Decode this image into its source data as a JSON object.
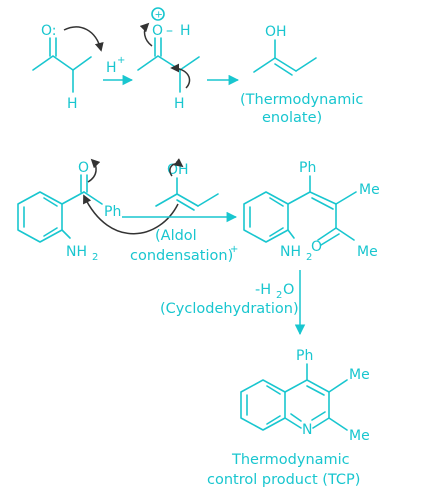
{
  "colors": {
    "structure": "#19c6cf",
    "curved_arrow": "#333333",
    "background": "#ffffff"
  },
  "step1": {
    "ketone_oxygen": "O:",
    "alpha_h": "H",
    "proton": "H",
    "proton_charge": "+",
    "oxonium_oxygen": "O",
    "oxonium_h": "H",
    "oxonium_dash": "–",
    "oxonium_charge": "+",
    "oxonium_alpha_h": "H",
    "enol_oh": "OH",
    "enol_caption_line1": "(Thermodynamic",
    "enol_caption_line2": "enolate)"
  },
  "step2": {
    "ketone_oxygen": "O",
    "phenyl": "Ph",
    "amine": "NH",
    "amine_sub": "2",
    "enol_oh": "OH",
    "plus": "+",
    "condition_line1": "(Aldol",
    "condition_line2": "condensation)",
    "product_phenyl": "Ph",
    "product_methyl_top": "Me",
    "product_amine": "NH",
    "product_amine_sub": "2",
    "product_oxygen": "O",
    "product_methyl_bottom": "Me"
  },
  "step3": {
    "condition_line1_prefix": "-H",
    "condition_line1_sub": "2",
    "condition_line1_suffix": "O",
    "condition_line2": "(Cyclodehydration)",
    "phenyl": "Ph",
    "methyl_top": "Me",
    "nitrogen": "N",
    "methyl_bottom": "Me",
    "caption_line1": "Thermodynamic",
    "caption_line2": "control product (TCP)"
  }
}
